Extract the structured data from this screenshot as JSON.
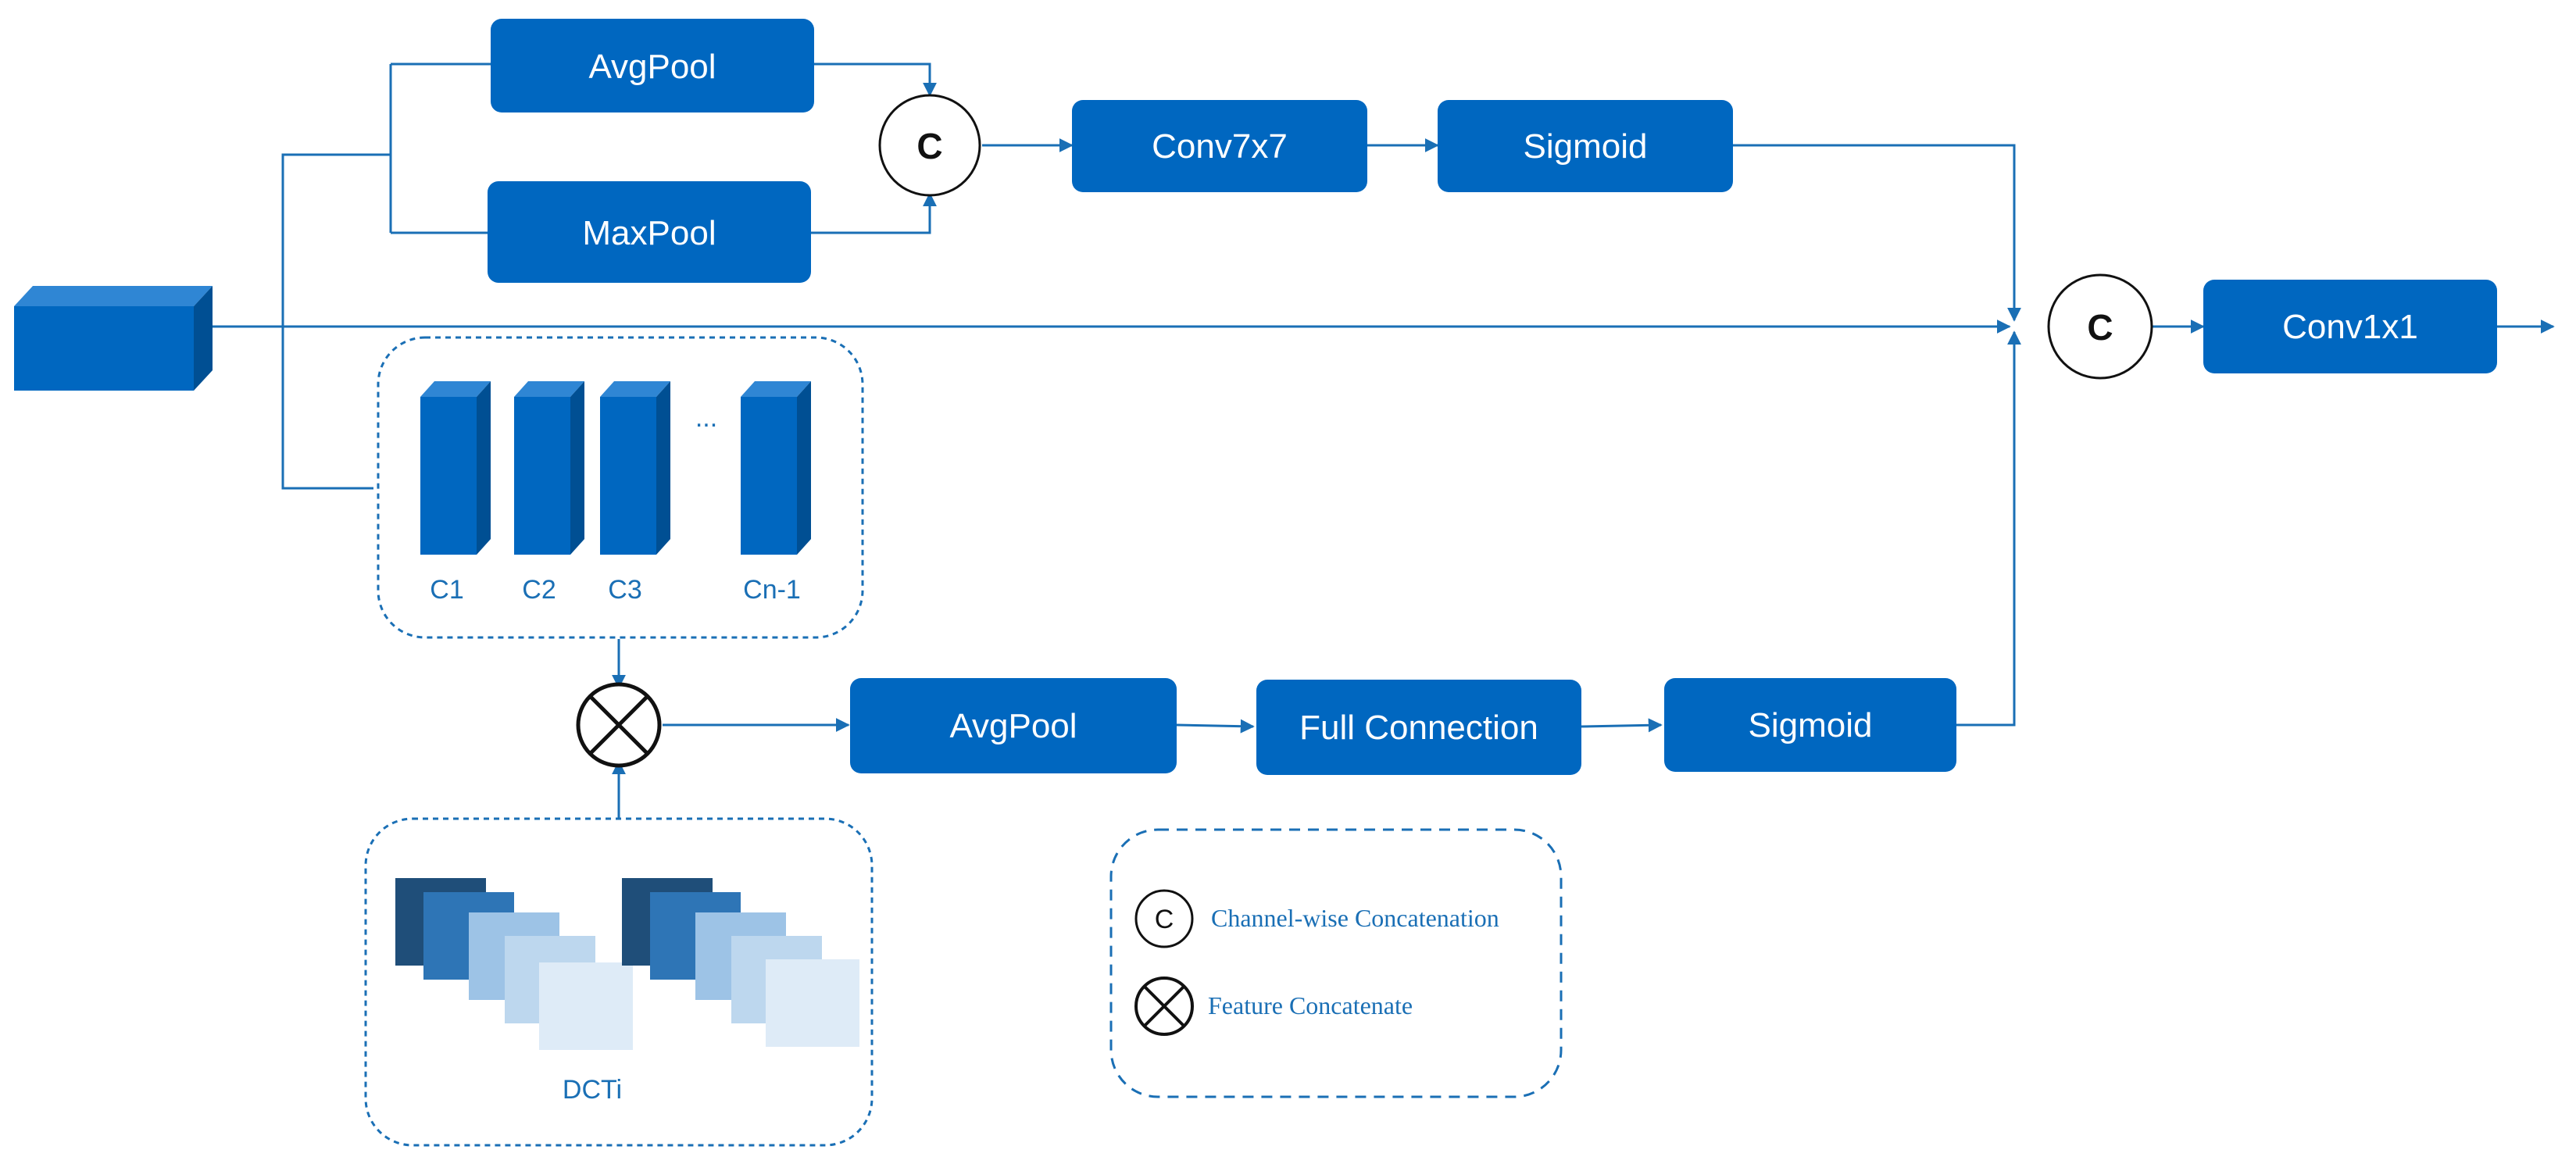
{
  "colors": {
    "block": "#0067c0",
    "block_dark": "#004f93",
    "block_light": "#2f86d4",
    "line": "#1a6fb5",
    "dct_1": "#1f4e79",
    "dct_2": "#2e75b6",
    "dct_3": "#9dc3e6",
    "dct_4": "#bdd7ee",
    "dct_5": "#deebf7"
  },
  "ops": {
    "concat_top": "C",
    "concat_right": "C"
  },
  "boxes": {
    "avgpool_top": "AvgPool",
    "maxpool_top": "MaxPool",
    "conv7x7": "Conv7x7",
    "sigmoid_top": "Sigmoid",
    "conv1x1": "Conv1x1",
    "avgpool_bottom": "AvgPool",
    "full_connection": "Full Connection",
    "sigmoid_bottom": "Sigmoid"
  },
  "channels": {
    "labels": [
      "C1",
      "C2",
      "C3",
      "Cn-1"
    ],
    "ellipsis": "..."
  },
  "dct": {
    "label": "DCTi"
  },
  "legend": {
    "concat_symbol": "C",
    "concat_text": "Channel-wise Concatenation",
    "feature_text": "Feature Concatenate"
  }
}
